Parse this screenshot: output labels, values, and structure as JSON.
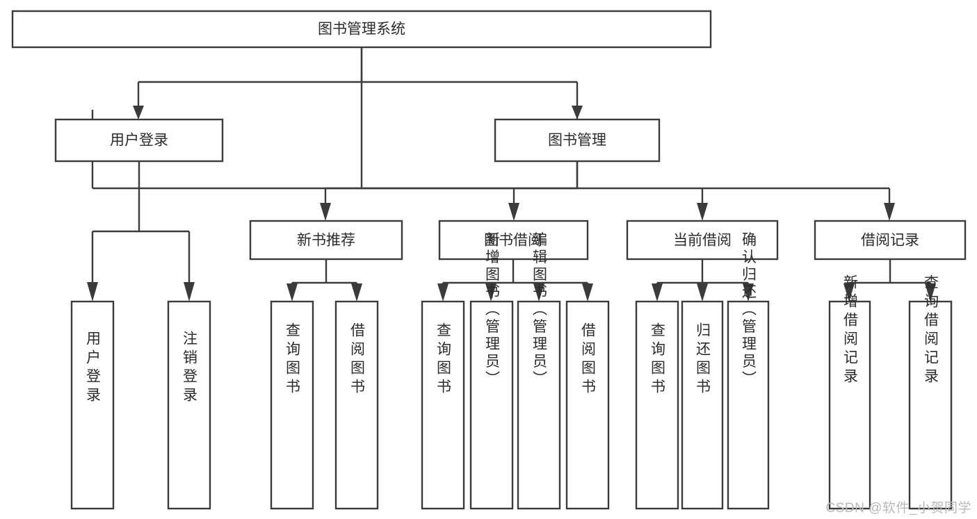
{
  "diagram": {
    "title": "图书管理系统",
    "type": "tree",
    "orientation": "top-down",
    "stroke_color": "#3b3b3b",
    "text_color": "#2b2b2b",
    "box_fill": "#ffffff",
    "background": "#ffffff"
  },
  "nodes": {
    "root": {
      "label": "图书管理系统"
    },
    "level2": [
      {
        "label": "用户登录"
      },
      {
        "label": "图书管理"
      }
    ],
    "level3": [
      {
        "label": "新书推荐"
      },
      {
        "label": "图书借阅"
      },
      {
        "label": "当前借阅"
      },
      {
        "label": "借阅记录"
      }
    ],
    "leaves_user_login": [
      {
        "label": "用户登录"
      },
      {
        "label": "注销登录"
      }
    ],
    "leaves_new_book": [
      {
        "label": "查询图书"
      },
      {
        "label": "借阅图书"
      }
    ],
    "leaves_borrow": [
      {
        "label": "查询图书"
      },
      {
        "label": "新增图书（管理员）"
      },
      {
        "label": "编辑图书（管理员）"
      },
      {
        "label": "借阅图书"
      }
    ],
    "leaves_current": [
      {
        "label": "查询图书"
      },
      {
        "label": "归还图书"
      },
      {
        "label": "确认归还（管理员）"
      }
    ],
    "leaves_records": [
      {
        "label": "新增借阅记录"
      },
      {
        "label": "查询借阅记录"
      }
    ]
  },
  "watermark": {
    "text": "CSDN @软件_小贺同学"
  }
}
